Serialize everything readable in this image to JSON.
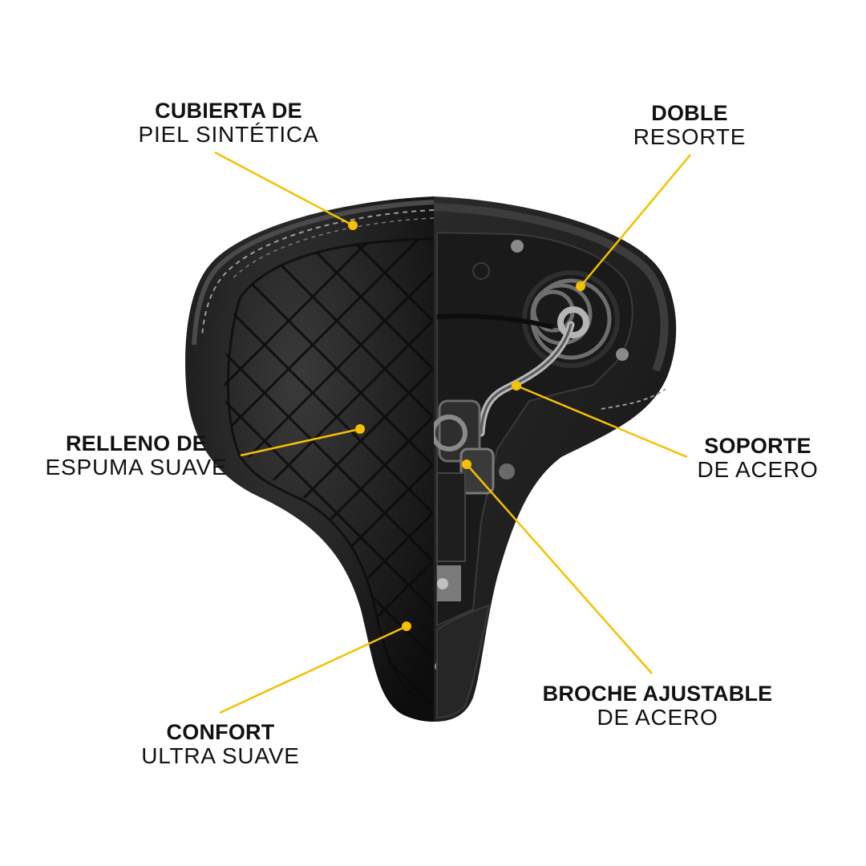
{
  "labels": {
    "cover": {
      "line1": "CUBIERTA DE",
      "line2": "PIEL SINTÉTICA"
    },
    "spring": {
      "line1": "DOBLE",
      "line2": "RESORTE"
    },
    "foam": {
      "line1": "RELLENO DE",
      "line2": "ESPUMA SUAVE"
    },
    "support": {
      "line1": "SOPORTE",
      "line2": "DE ACERO"
    },
    "clamp": {
      "line1": "BROCHE AJUSTABLE",
      "line2": "DE ACERO"
    },
    "comfort": {
      "line1": "CONFORT",
      "line2": "ULTRA SUAVE"
    }
  },
  "colors": {
    "leader": "#f5c000",
    "text": "#111111",
    "seat_dark": "#1c1c1c"
  }
}
